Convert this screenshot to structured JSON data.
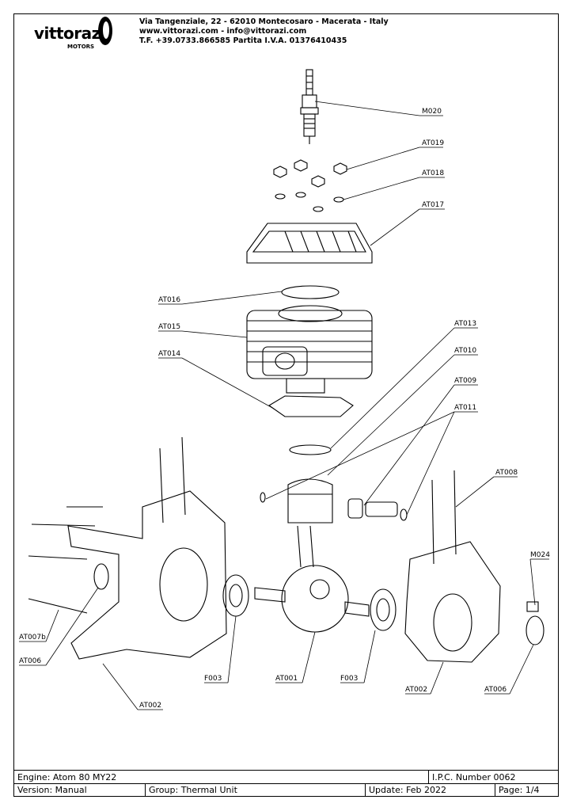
{
  "company": {
    "logo_text": "vittorazi",
    "logo_subtext": "MOTORS",
    "address_line1": "Via Tangenziale, 22 - 62010 Montecosaro - Macerata - Italy",
    "address_line2": "www.vittorazi.com - info@vittorazi.com",
    "address_line3": "T.F. +39.0733.866585 Partita I.V.A. 01376410435"
  },
  "parts": [
    {
      "code": "M020"
    },
    {
      "code": "AT019"
    },
    {
      "code": "AT018"
    },
    {
      "code": "AT017"
    },
    {
      "code": "AT016"
    },
    {
      "code": "AT015"
    },
    {
      "code": "AT014"
    },
    {
      "code": "AT013"
    },
    {
      "code": "AT010"
    },
    {
      "code": "AT009"
    },
    {
      "code": "AT011"
    },
    {
      "code": "AT008"
    },
    {
      "code": "M024"
    },
    {
      "code": "AT007b"
    },
    {
      "code": "AT006"
    },
    {
      "code": "AT002"
    },
    {
      "code": "F003"
    },
    {
      "code": "AT001"
    },
    {
      "code": "F003"
    },
    {
      "code": "AT002"
    },
    {
      "code": "AT006"
    }
  ],
  "title_block": {
    "engine": "Engine: Atom 80 MY22",
    "ipc": "I.P.C. Number 0062",
    "version": "Version: Manual",
    "group": "Group: Thermal Unit",
    "update": "Update: Feb 2022",
    "page": "Page: 1/4"
  },
  "colors": {
    "line": "#000000",
    "paper": "#ffffff"
  }
}
